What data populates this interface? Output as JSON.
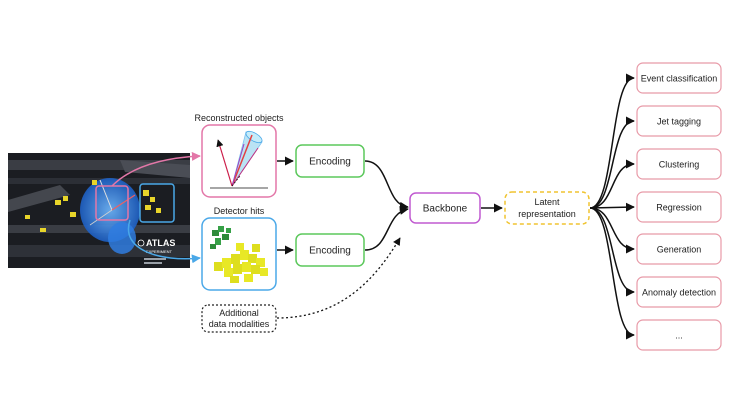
{
  "labels": {
    "reconstructed_objects": "Reconstructed objects",
    "detector_hits": "Detector hits",
    "encoding_top": "Encoding",
    "encoding_bottom": "Encoding",
    "backbone": "Backbone",
    "latent_line1": "Latent",
    "latent_line2": "representation",
    "additional_line1": "Additional",
    "additional_line2": "data modalities"
  },
  "tasks": [
    "Event classification",
    "Jet tagging",
    "Clustering",
    "Regression",
    "Generation",
    "Anomaly detection",
    "..."
  ],
  "atlas_logo": "ATLAS",
  "atlas_logo_sub": "EXPERIMENT",
  "colors": {
    "pink": "#e377a8",
    "blue": "#4aa8e8",
    "green": "#5cc85c",
    "purple": "#c05ad0",
    "yellow": "#f0c430",
    "task_border": "#e89aa8",
    "arrow": "#111111"
  }
}
